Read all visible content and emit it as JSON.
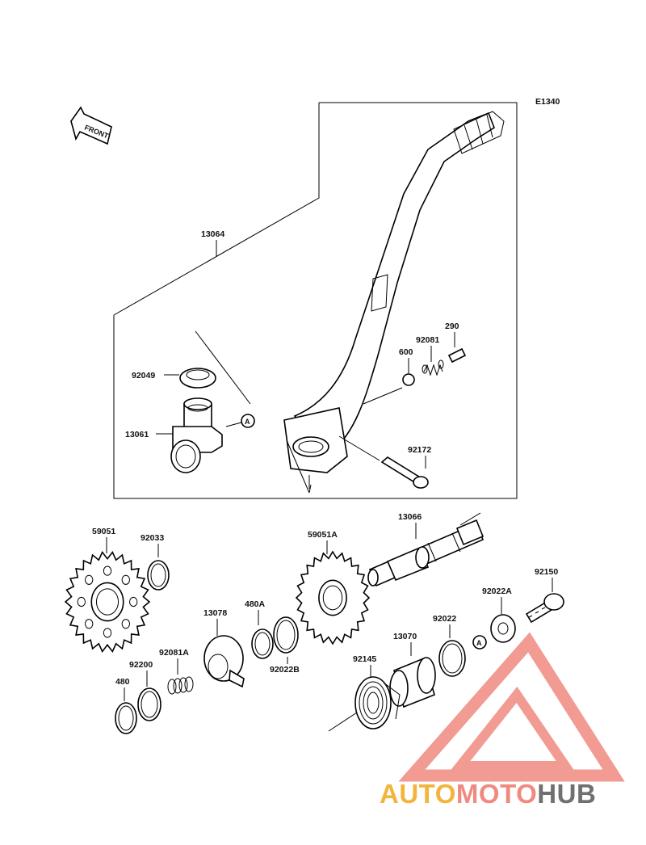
{
  "diagram_code": "E1340",
  "front_arrow": "FRONT",
  "ref_marker": "A",
  "parts": {
    "p13064": "13064",
    "p92049": "92049",
    "p13061": "13061",
    "p600": "600",
    "p92081": "92081",
    "p290": "290",
    "p92172": "92172",
    "p59051": "59051",
    "p92033": "92033",
    "p59051A": "59051A",
    "p13066": "13066",
    "p92150": "92150",
    "p13078": "13078",
    "p480A": "480A",
    "p92022A": "92022A",
    "p92081A": "92081A",
    "p92200": "92200",
    "p92022B": "92022B",
    "p92022": "92022",
    "p13070": "13070",
    "p92145": "92145",
    "p480": "480"
  },
  "watermark": {
    "part1": "AUTO",
    "part2": "MOTO",
    "part3": "HUB",
    "color1": "#f2b43c",
    "color2": "#ef8a80",
    "color3": "#707070",
    "logo_color": "#ef8a80"
  }
}
